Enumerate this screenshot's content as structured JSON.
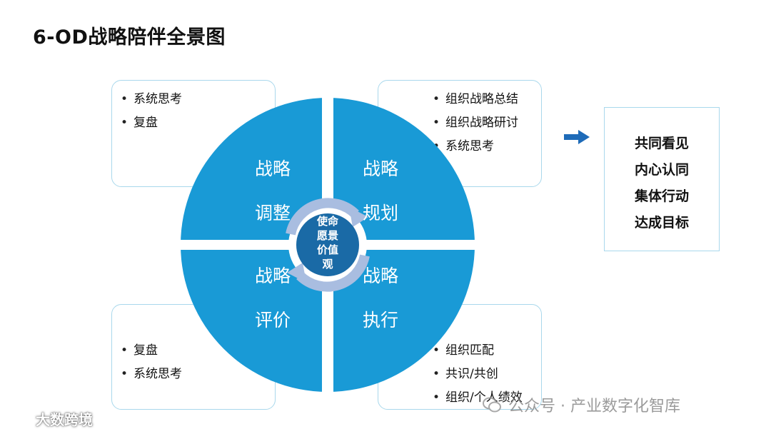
{
  "title": "6-OD战略陪伴全景图",
  "quadrants": {
    "top_left": {
      "line1": "战略",
      "line2": "调整"
    },
    "top_right": {
      "line1": "战略",
      "line2": "规划"
    },
    "bottom_left": {
      "line1": "战略",
      "line2": "评价"
    },
    "bottom_right": {
      "line1": "战略",
      "line2": "执行"
    }
  },
  "center": {
    "line1": "使命",
    "line2": "愿景",
    "line3": "价值",
    "line4": "观"
  },
  "boxes": {
    "top_left": [
      "系统思考",
      "复盘"
    ],
    "top_right": [
      "组织战略总结",
      "组织战略研讨",
      "系统思考"
    ],
    "bottom_left": [
      "复盘",
      "系统思考"
    ],
    "bottom_right": [
      "组织匹配",
      "共识/共创",
      "组织/个人绩效"
    ]
  },
  "results": [
    "共同看见",
    "内心认同",
    "集体行动",
    "达成目标"
  ],
  "watermark_right": "公众号 · 产业数字化智库",
  "watermark_left": "大数跨境",
  "colors": {
    "wheel": "#199ad6",
    "center": "#1a6aa6",
    "ring": "#a9bde0",
    "arrow": "#1e6bb8",
    "border": "#a9d8ec"
  }
}
